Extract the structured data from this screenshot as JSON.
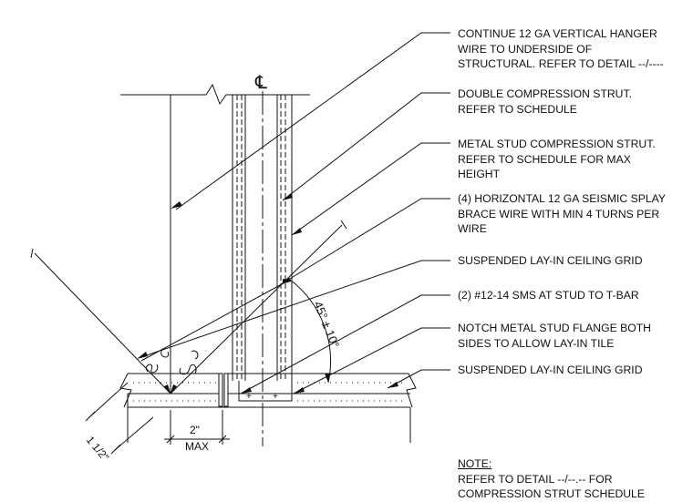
{
  "callouts": [
    {
      "lines": [
        "CONTINUE 12 GA VERTICAL HANGER",
        "WIRE TO UNDERSIDE OF",
        "STRUCTURAL. REFER TO DETAIL --/----"
      ]
    },
    {
      "lines": [
        "DOUBLE COMPRESSION STRUT.",
        "REFER TO SCHEDULE"
      ]
    },
    {
      "lines": [
        "METAL STUD COMPRESSION STRUT.",
        "REFER TO SCHEDULE FOR MAX",
        "HEIGHT"
      ]
    },
    {
      "lines": [
        "(4) HORIZONTAL 12 GA SEISMIC SPLAY",
        "BRACE WIRE WITH MIN 4 TURNS PER",
        "WIRE"
      ]
    },
    {
      "lines": [
        "SUSPENDED LAY-IN CEILING GRID"
      ]
    },
    {
      "lines": [
        "(2) #12-14 SMS AT STUD TO T-BAR"
      ]
    },
    {
      "lines": [
        "NOTCH METAL STUD FLANGE BOTH",
        "SIDES TO ALLOW LAY-IN TILE"
      ]
    },
    {
      "lines": [
        "SUSPENDED LAY-IN CEILING GRID"
      ]
    }
  ],
  "note": {
    "heading": "NOTE:",
    "lines": [
      "REFER TO DETAIL --/--.-- FOR",
      "COMPRESSION STRUT SCHEDULE"
    ]
  },
  "drawing": {
    "centerline_symbol": "℄",
    "angle_label": "45° ± 10°",
    "dim_spacing_value": "2\"",
    "dim_spacing_max": "MAX",
    "dim_offset": "1 1/2\""
  }
}
